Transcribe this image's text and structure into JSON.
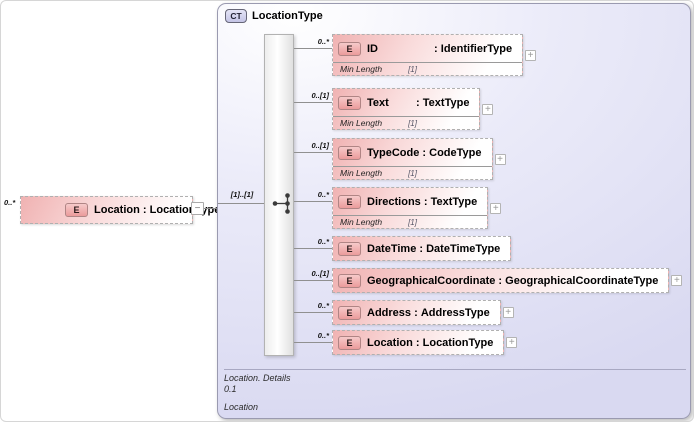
{
  "colors": {
    "element_fill": "#f0b2b2",
    "element_border": "#b0b0b0",
    "element_badge_fill": "#eb9b9b",
    "container_fill": "#d9d9f1",
    "container_border": "#9a9ab0",
    "ct_badge_fill": "#c4c4e6",
    "connector_line": "#909090"
  },
  "root_element": {
    "badge": "E",
    "name": "Location",
    "type": "LocationType",
    "cardinality": "0..*",
    "collapse_glyph": "−"
  },
  "complex_type": {
    "badge": "CT",
    "title": "LocationType",
    "type_separator": " : ",
    "compositor": "sequence",
    "compositor_cardinality": "[1]..[1]",
    "expand_glyph": "+",
    "children": [
      {
        "badge": "E",
        "name": "ID",
        "type": "IdentifierType",
        "cardinality": "0..*",
        "expandable": true,
        "facets": [
          {
            "name": "Min Length",
            "value": "[1]"
          }
        ]
      },
      {
        "badge": "E",
        "name": "Text",
        "type": "TextType",
        "cardinality": "0..[1]",
        "expandable": true,
        "facets": [
          {
            "name": "Min Length",
            "value": "[1]"
          }
        ]
      },
      {
        "badge": "E",
        "name": "TypeCode",
        "type": "CodeType",
        "cardinality": "0..[1]",
        "expandable": true,
        "facets": [
          {
            "name": "Min Length",
            "value": "[1]"
          }
        ]
      },
      {
        "badge": "E",
        "name": "Directions",
        "type": "TextType",
        "cardinality": "0..*",
        "expandable": true,
        "facets": [
          {
            "name": "Min Length",
            "value": "[1]"
          }
        ]
      },
      {
        "badge": "E",
        "name": "DateTime",
        "type": "DateTimeType",
        "cardinality": "0..*",
        "expandable": false,
        "facets": []
      },
      {
        "badge": "E",
        "name": "GeographicalCoordinate",
        "type": "GeographicalCoordinateType",
        "cardinality": "0..[1]",
        "expandable": true,
        "facets": []
      },
      {
        "badge": "E",
        "name": "Address",
        "type": "AddressType",
        "cardinality": "0..*",
        "expandable": true,
        "facets": []
      },
      {
        "badge": "E",
        "name": "Location",
        "type": "LocationType",
        "cardinality": "0..*",
        "expandable": true,
        "facets": []
      }
    ],
    "footer": {
      "details": "Location. Details",
      "occurrence": "0.1",
      "source": "Location"
    }
  }
}
